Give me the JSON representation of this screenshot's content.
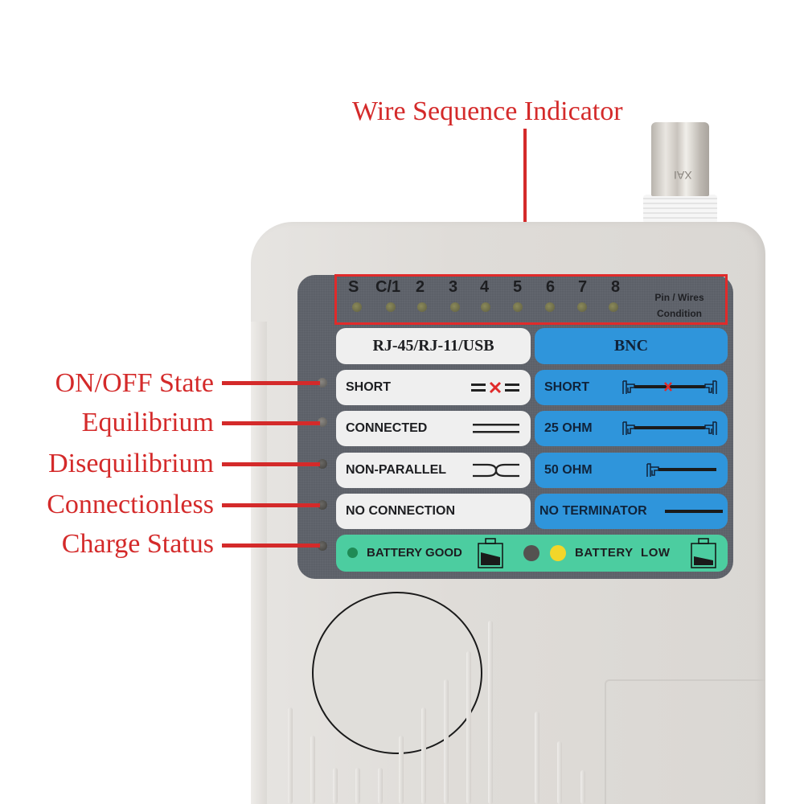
{
  "annotations": {
    "wire_sequence": "Wire Sequence Indicator",
    "side": [
      {
        "label": "ON/OFF State"
      },
      {
        "label": "Equilibrium"
      },
      {
        "label": "Disequilibrium"
      },
      {
        "label": "Connectionless"
      },
      {
        "label": "Charge Status"
      }
    ]
  },
  "connector": {
    "marking": "XAI"
  },
  "pins": {
    "labels": [
      "S",
      "C/1",
      "2",
      "3",
      "4",
      "5",
      "6",
      "7",
      "8"
    ],
    "condition_line1": "Pin / Wires",
    "condition_line2": "Condition"
  },
  "headers": {
    "left": "RJ-45/RJ-11/USB",
    "right": "BNC"
  },
  "rows": [
    {
      "left": "SHORT",
      "right": "SHORT"
    },
    {
      "left": "CONNECTED",
      "right": "25 OHM"
    },
    {
      "left": "NON-PARALLEL",
      "right": "50 OHM"
    },
    {
      "left": "NO CONNECTION",
      "right": "NO TERMINATOR"
    }
  ],
  "battery": {
    "good": "BATTERY GOOD",
    "low": "BATTERY LOW"
  },
  "colors": {
    "annotation": "#d42a2a",
    "panel": "#5c6068",
    "chip_white": "#efefef",
    "chip_blue": "#2f95db",
    "chip_green": "#4ccda0",
    "led_good": "#1f8a55",
    "led_low": "#f2d62a"
  }
}
